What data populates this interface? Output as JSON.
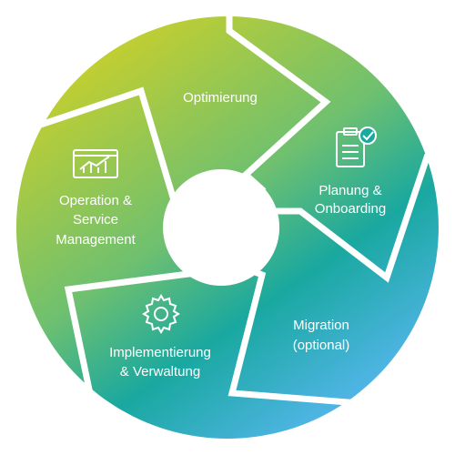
{
  "colors": {
    "top_left": "#c5cf2e",
    "middle": "#6ec070",
    "right": "#19a8a0",
    "bottom": "#52b5e8",
    "separator": "#ffffff"
  },
  "phases": [
    {
      "id": "optimierung",
      "lines": [
        "Optimierung"
      ],
      "icon": ""
    },
    {
      "id": "planung",
      "lines": [
        "Planung &",
        "Onboarding"
      ],
      "icon": "clipboard-check-icon"
    },
    {
      "id": "migration",
      "lines": [
        "Migration",
        "(optional)"
      ],
      "icon": ""
    },
    {
      "id": "implementierung",
      "lines": [
        "Implementierung",
        "& Verwaltung"
      ],
      "icon": "gear-icon"
    },
    {
      "id": "operation",
      "lines": [
        "Operation &",
        "Service",
        "Management"
      ],
      "icon": "chart-window-icon"
    }
  ]
}
